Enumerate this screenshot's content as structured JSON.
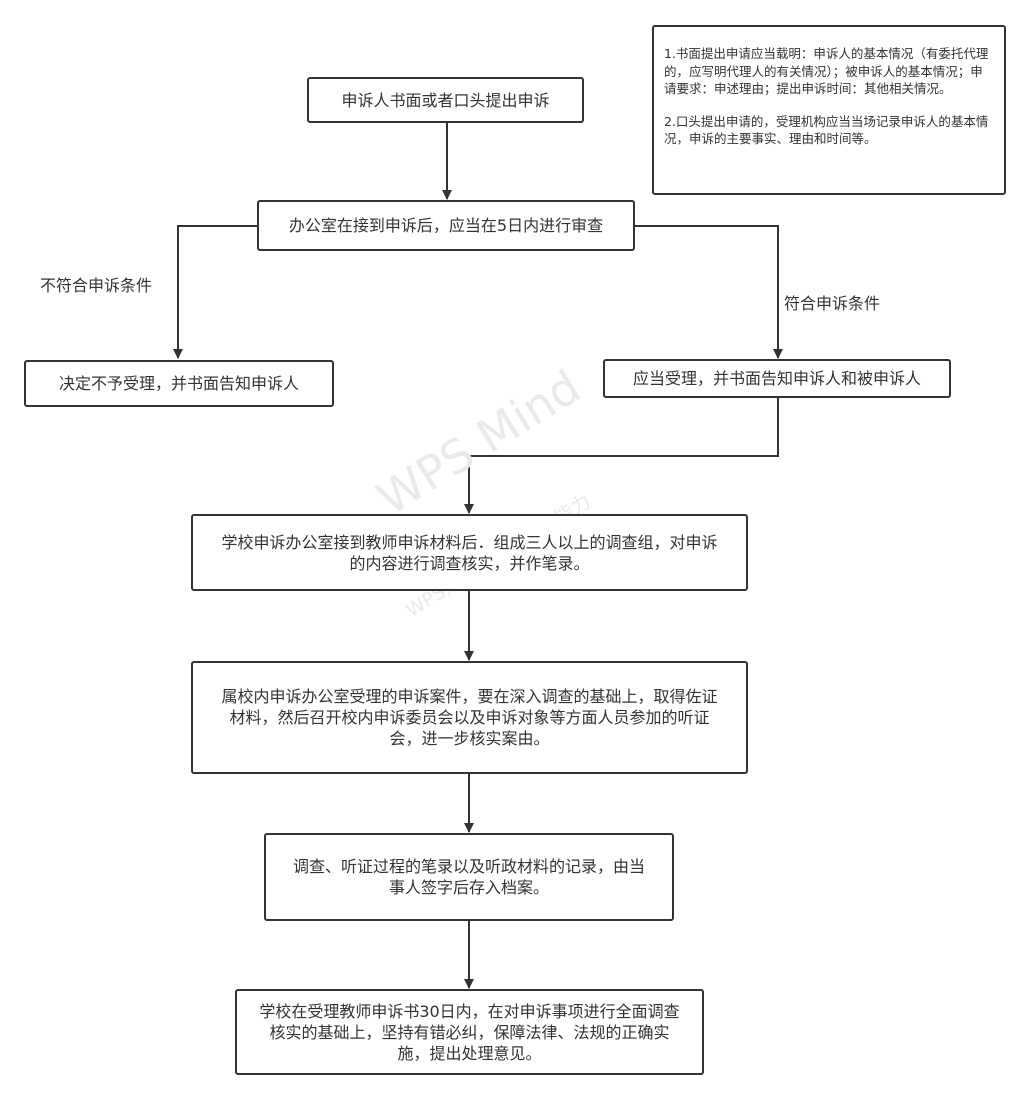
{
  "nodes": {
    "start": "申诉人书面或者口头提出申诉",
    "review": "办公室在接到申诉后，应当在5日内进行审查",
    "reject": "决定不予受理，并书面告知申诉人",
    "accept": "应当受理，并书面告知申诉人和被申诉人",
    "investigate": "学校申诉办公室接到教师申诉材料后．组成三人以上的调查组，对申诉的内容进行调查核实，并作笔录。",
    "hearing": "属校内申诉办公室受理的申诉案件，要在深入调查的基础上，取得佐证材料，然后召开校内申诉委员会以及申诉对象等方面人员参加的听证会，进一步核实案由。",
    "archive": "调查、听证过程的笔录以及听政材料的记录，由当事人签字后存入档案。",
    "decision": "学校在受理教师申诉书30日内，在对申诉事项进行全面调查核实的基础上，坚持有错必纠，保障法律、法规的正确实施，提出处理意见。"
  },
  "edge_labels": {
    "not_eligible": "不符合申诉条件",
    "eligible": "符合申诉条件"
  },
  "note": {
    "item1": "1.书面提出申请应当载明：申诉人的基本情况（有委托代理的，应写明代理人的有关情况）；被申诉人的基本情况；申请要求：申述理由；提出申诉时间：其他相关情况。",
    "item2": "2.口头提出申请的，受理机构应当当场记录申诉人的基本情况，申诉的主要事实、理由和时间等。"
  },
  "watermark": {
    "main": "WPS Mind",
    "sub": "WPS为您提供高效图能力"
  },
  "colors": {
    "stroke": "#333333",
    "text": "#333333",
    "watermark": "#e9e9e9"
  }
}
